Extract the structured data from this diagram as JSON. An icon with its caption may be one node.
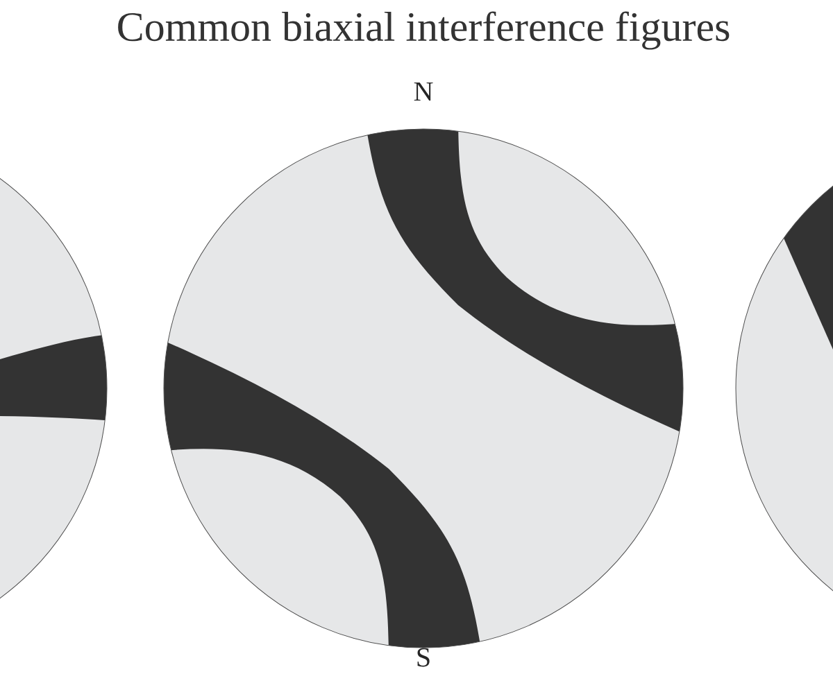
{
  "diagram": {
    "title": "Common biaxial interference figures",
    "labels": [
      "N",
      "S"
    ]
  }
}
